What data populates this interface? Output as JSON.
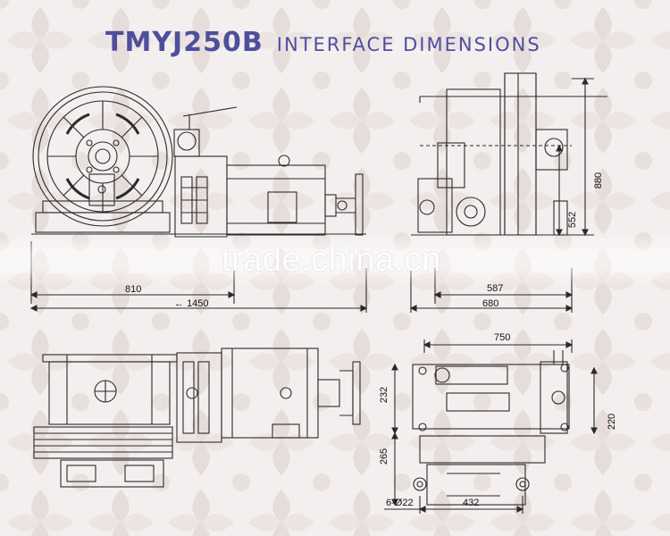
{
  "title": {
    "model": "TMYJ250B",
    "subtitle": "INTERFACE DIMENSIONS"
  },
  "dimensions": {
    "front_width_inner": "810",
    "front_width_total": "1450",
    "side_width_inner": "587",
    "side_width_total": "680",
    "side_height_full": "880",
    "side_height_axis": "552",
    "bed_width_top": "750",
    "bed_height_left_top": "232",
    "bed_height_left_bottom": "265",
    "bed_height_right": "220",
    "bed_hole_spacing": "432",
    "bed_holes": "6-Ø22"
  },
  "watermark": "trade.china.cn",
  "colors": {
    "title": "#4e4f9c",
    "line": "#2a2a2a",
    "background": "#f3efee"
  }
}
